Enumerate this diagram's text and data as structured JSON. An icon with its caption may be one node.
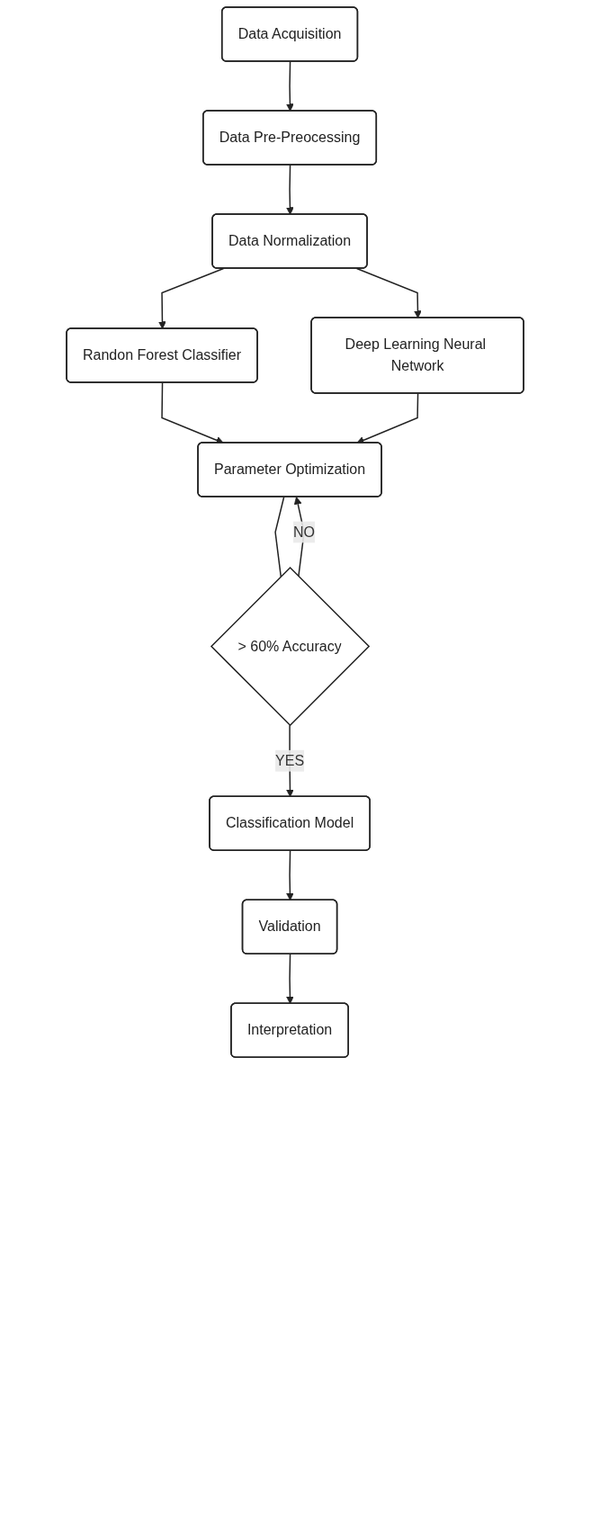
{
  "diagram": {
    "nodes": [
      {
        "text": [
          "Data Acquisition"
        ]
      },
      {
        "text": [
          "Data Pre-Preocessing"
        ]
      },
      {
        "text": [
          "Data Normalization"
        ]
      },
      {
        "text": [
          "Randon Forest Classifier"
        ]
      },
      {
        "text": [
          "Deep Learning Neural Network"
        ]
      },
      {
        "text": [
          "Parameter Optimization"
        ]
      },
      {
        "text": [
          "> 60% Accuracy"
        ]
      },
      {
        "text": [
          "Classification Model"
        ]
      },
      {
        "text": [
          "Validation"
        ]
      },
      {
        "text": [
          "Interpretation"
        ]
      }
    ],
    "edges": [
      {
        "from": 0,
        "to": 1,
        "arrow": "to"
      },
      {
        "from": 1,
        "to": 2,
        "arrow": "to"
      },
      {
        "from": 2,
        "to": 3,
        "arrow": "to"
      },
      {
        "from": 2,
        "to": 4,
        "arrow": "to"
      },
      {
        "from": 3,
        "to": 5,
        "arrow": "to"
      },
      {
        "from": 4,
        "to": 5,
        "arrow": "to"
      },
      {
        "from": 5,
        "to": 6,
        "arrow": "none"
      },
      {
        "from": 6,
        "to": 5,
        "label": "NO",
        "arrow": "to"
      },
      {
        "from": 6,
        "to": 7,
        "label": "YES",
        "arrow": "to"
      },
      {
        "from": 7,
        "to": 8,
        "arrow": "to"
      },
      {
        "from": 8,
        "to": 9,
        "arrow": "to"
      }
    ]
  }
}
